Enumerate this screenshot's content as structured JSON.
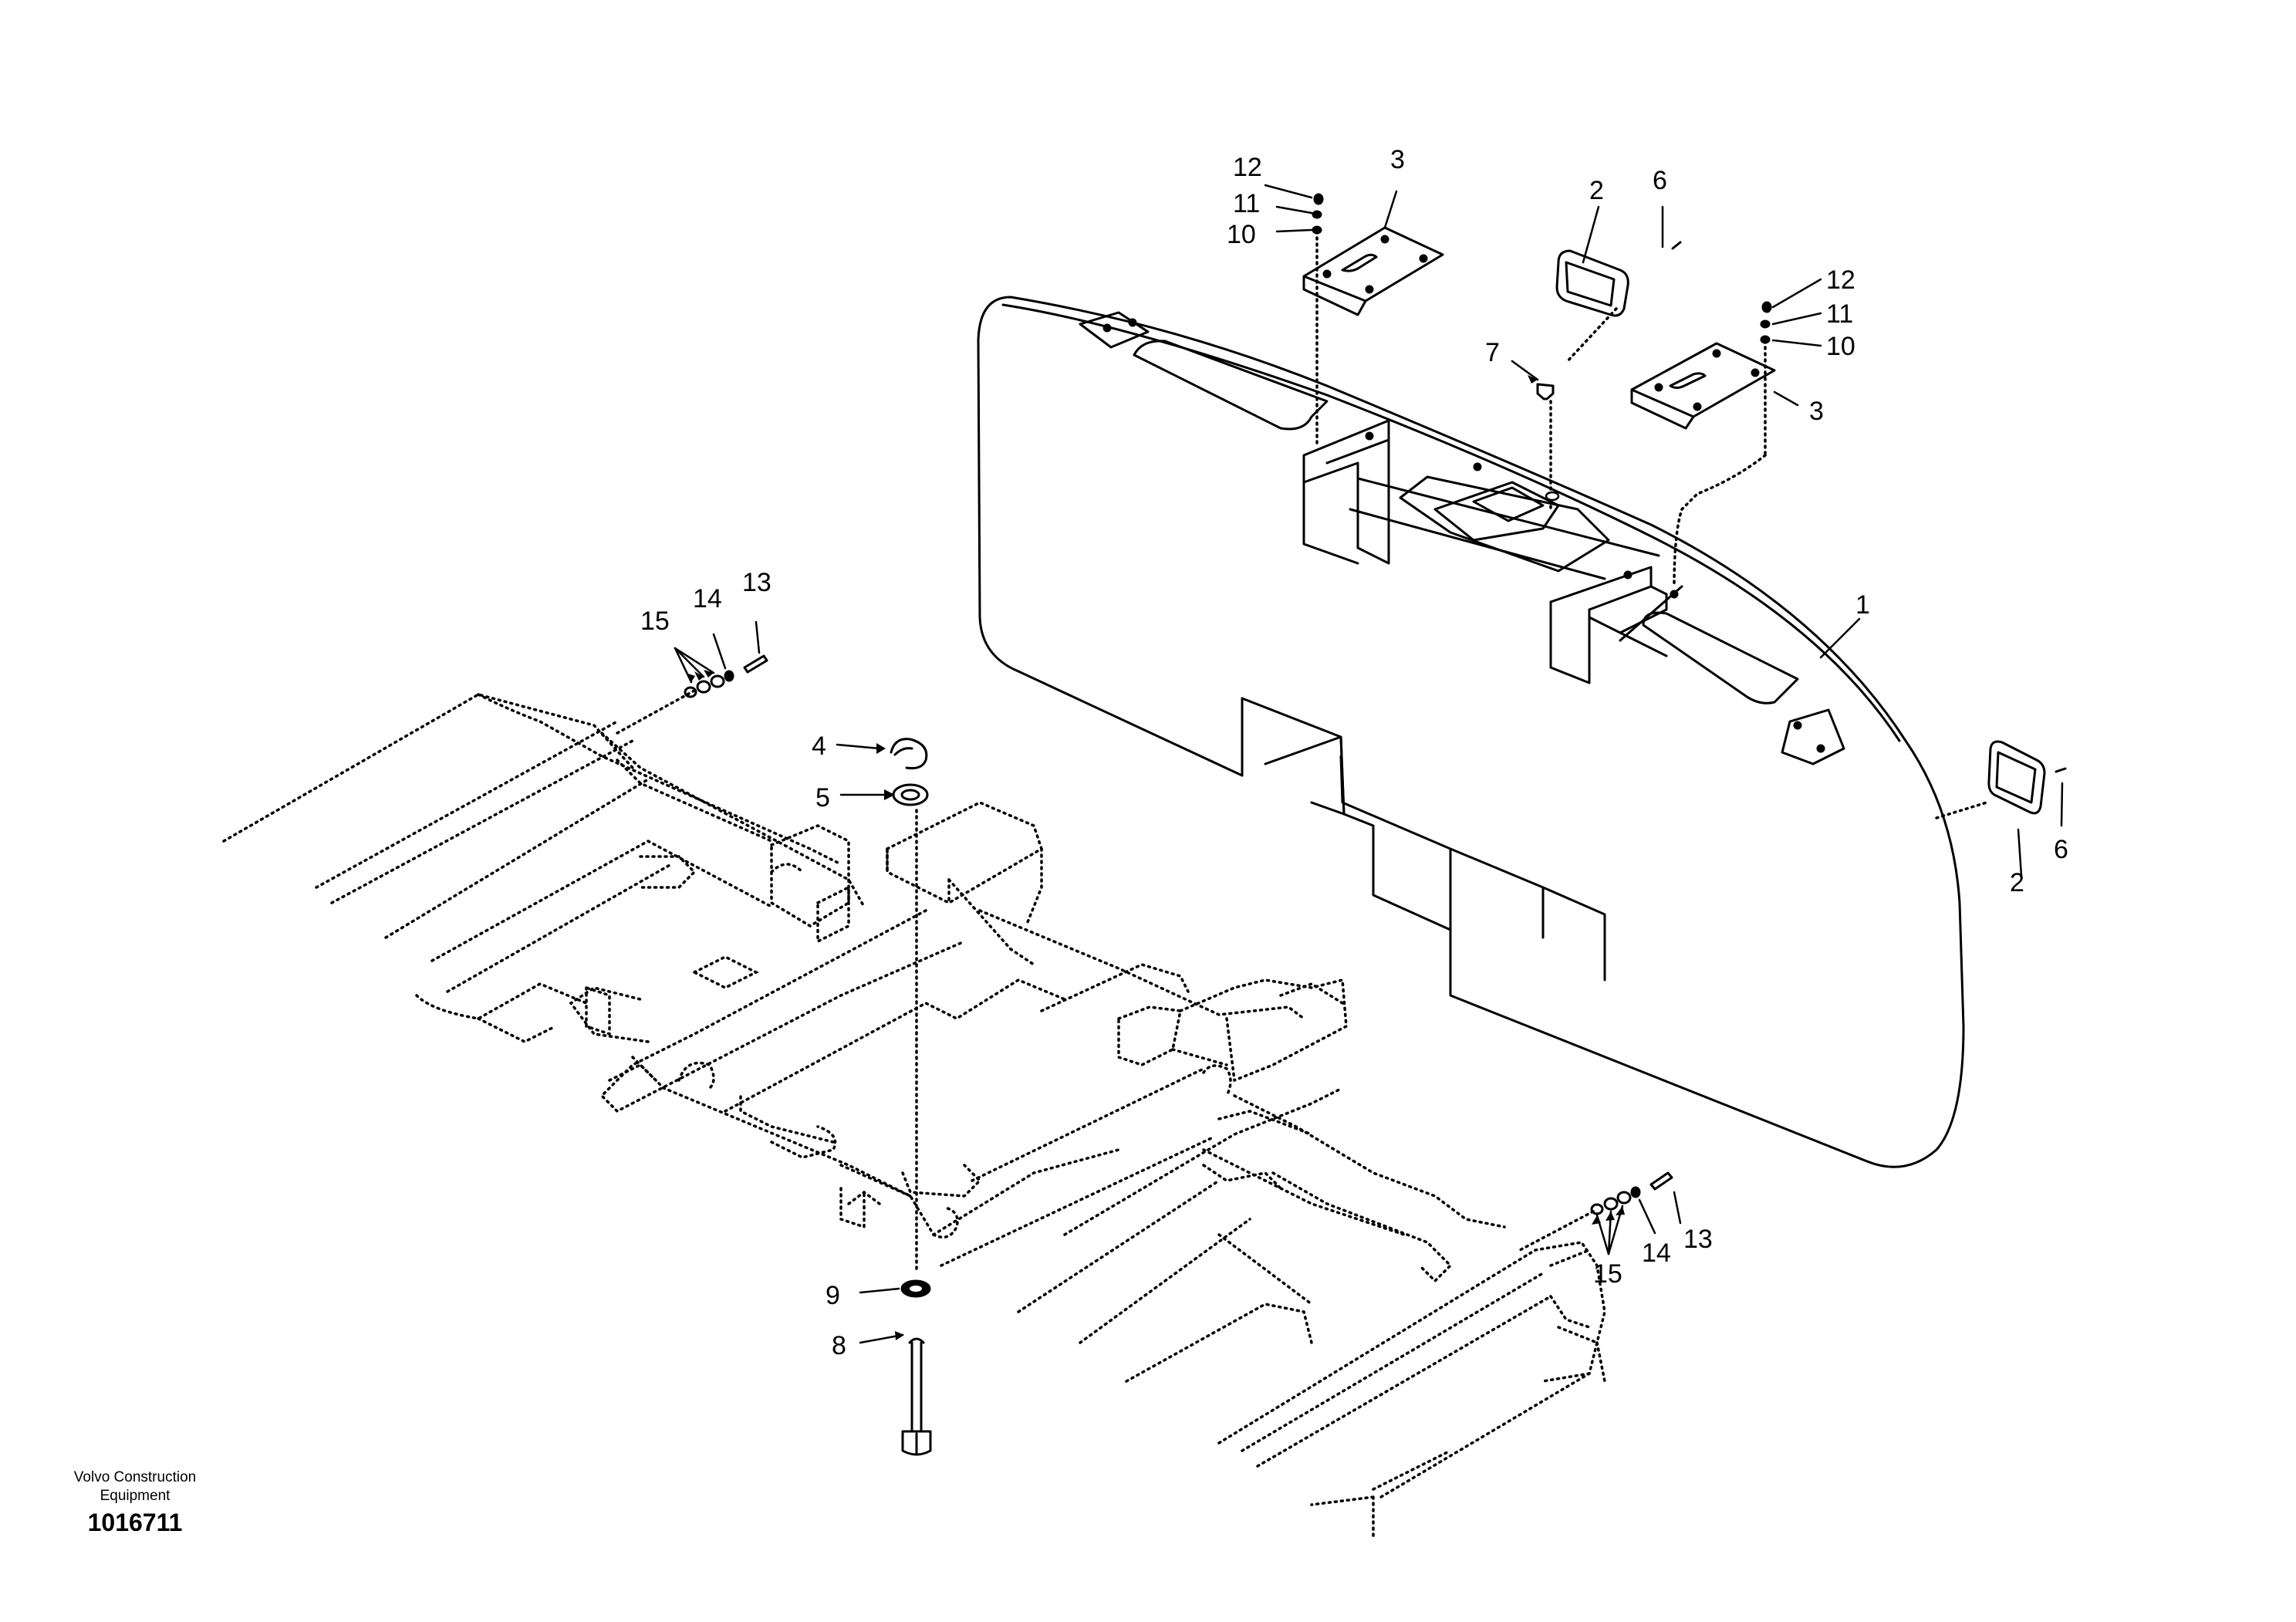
{
  "diagram": {
    "callouts": [
      "1",
      "2",
      "3",
      "4",
      "5",
      "6",
      "7",
      "8",
      "9",
      "10",
      "11",
      "12",
      "13",
      "14",
      "15"
    ],
    "footer": {
      "brand_line1": "Volvo Construction",
      "brand_line2": "Equipment",
      "reference": "1016711"
    }
  }
}
